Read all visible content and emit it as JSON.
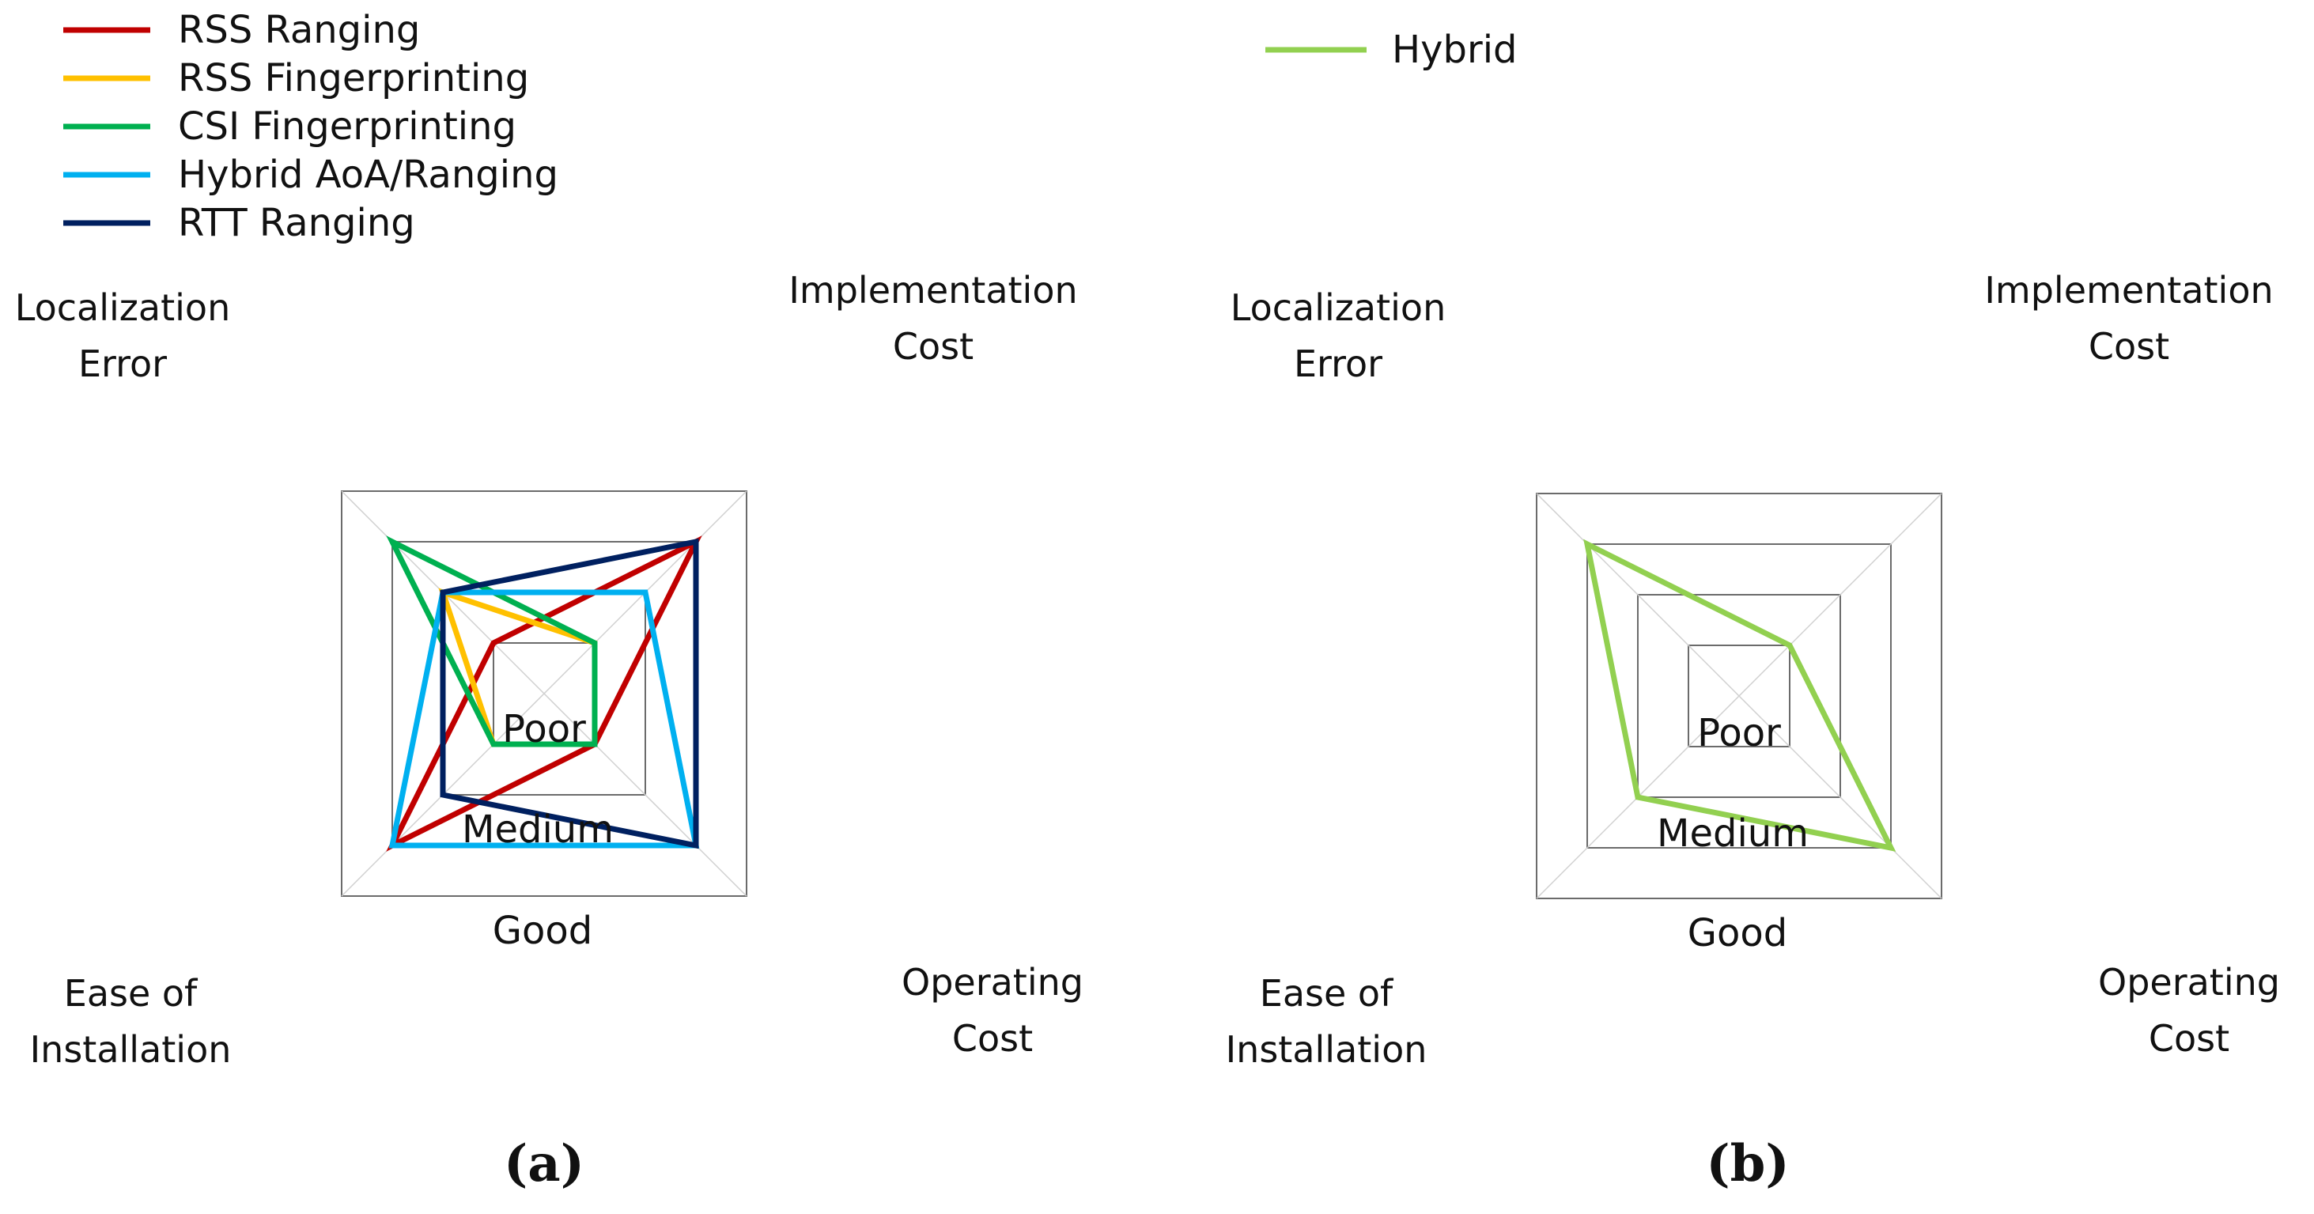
{
  "chart_data": [
    {
      "type": "radar",
      "panel_label": "(a)",
      "axes": [
        {
          "key": "localization_error",
          "lines": [
            "Localization",
            "Error"
          ]
        },
        {
          "key": "implementation_cost",
          "lines": [
            "Implementation",
            "Cost"
          ]
        },
        {
          "key": "operating_cost",
          "lines": [
            "Operating",
            "Cost"
          ]
        },
        {
          "key": "ease_of_installation",
          "lines": [
            "Ease of",
            "Installation"
          ]
        }
      ],
      "levels": [
        "Poor",
        "Medium",
        "Good"
      ],
      "level_values": [
        1,
        2,
        3
      ],
      "rlim": [
        0,
        4
      ],
      "grid": true,
      "legend_position": "top-left",
      "series": [
        {
          "name": "RSS Ranging",
          "color": "#c00000",
          "values": {
            "localization_error": 1,
            "implementation_cost": 3,
            "operating_cost": 1,
            "ease_of_installation": 3
          }
        },
        {
          "name": "RSS Fingerprinting",
          "color": "#ffc000",
          "values": {
            "localization_error": 2,
            "implementation_cost": 1,
            "operating_cost": 1,
            "ease_of_installation": 1
          }
        },
        {
          "name": "CSI Fingerprinting",
          "color": "#00b050",
          "values": {
            "localization_error": 3,
            "implementation_cost": 1,
            "operating_cost": 1,
            "ease_of_installation": 1
          }
        },
        {
          "name": "Hybrid AoA/Ranging",
          "color": "#00b0f0",
          "values": {
            "localization_error": 2,
            "implementation_cost": 2,
            "operating_cost": 3,
            "ease_of_installation": 3
          }
        },
        {
          "name": "RTT Ranging",
          "color": "#002060",
          "values": {
            "localization_error": 2,
            "implementation_cost": 3,
            "operating_cost": 3,
            "ease_of_installation": 2
          }
        }
      ]
    },
    {
      "type": "radar",
      "panel_label": "(b)",
      "axes": [
        {
          "key": "localization_error",
          "lines": [
            "Localization",
            "Error"
          ]
        },
        {
          "key": "implementation_cost",
          "lines": [
            "Implementation",
            "Cost"
          ]
        },
        {
          "key": "operating_cost",
          "lines": [
            "Operating",
            "Cost"
          ]
        },
        {
          "key": "ease_of_installation",
          "lines": [
            "Ease of",
            "Installation"
          ]
        }
      ],
      "levels": [
        "Poor",
        "Medium",
        "Good"
      ],
      "level_values": [
        1,
        2,
        3
      ],
      "rlim": [
        0,
        4
      ],
      "grid": true,
      "legend_position": "top-center",
      "series": [
        {
          "name": "Hybrid",
          "color": "#92d050",
          "values": {
            "localization_error": 3,
            "implementation_cost": 1,
            "operating_cost": 3,
            "ease_of_installation": 2
          }
        }
      ]
    }
  ]
}
